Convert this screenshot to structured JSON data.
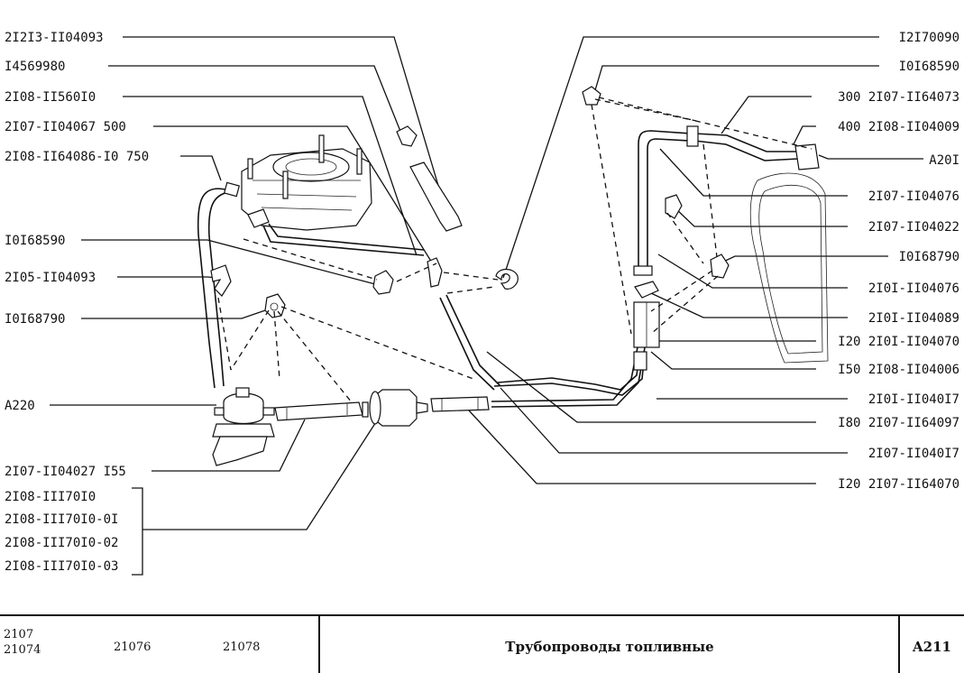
{
  "labels_left": [
    "2I2I3-II04093",
    "I4569980",
    "2I08-II560I0",
    "2I07-II04067 500",
    "2I08-II64086-I0 750",
    "I0I68590",
    "2I05-II04093",
    "I0I68790",
    "A220",
    "2I07-II04027 I55",
    "2I08-III70I0",
    "2I08-III70I0-0I",
    "2I08-III70I0-02",
    "2I08-III70I0-03"
  ],
  "labels_right": [
    "I2I70090",
    "I0I68590",
    "300 2I07-II64073",
    "400 2I08-II04009",
    "A20I",
    "2I07-II04076",
    "2I07-II04022",
    "I0I68790",
    "2I0I-II04076",
    "2I0I-II04089",
    "I20 2I0I-II04070",
    "I50 2I08-II04006",
    "2I0I-II040I7",
    "I80 2I07-II64097",
    "2I07-II040I7",
    "I20 2I07-II64070"
  ],
  "footer": {
    "model_1a": "2107",
    "model_1b": "21074",
    "model_2": "21076",
    "model_3": "21078",
    "title": "Трубопроводы топливные",
    "code": "A211"
  }
}
